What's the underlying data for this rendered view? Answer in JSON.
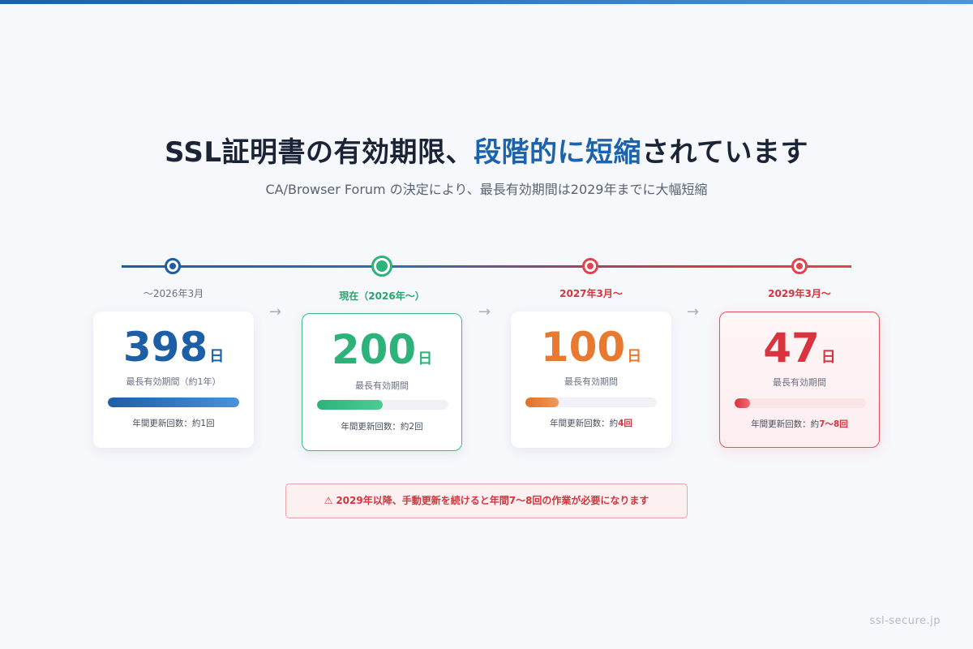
{
  "header": {
    "title_pre": "SSL証明書の有効期限、",
    "title_highlight": "段階的に短縮",
    "title_post": "されています",
    "subtitle": "CA/Browser Forum の決定により、最長有効期間は2029年までに大幅短縮"
  },
  "colors": {
    "blue": "#1c5fa6",
    "green": "#2db37a",
    "orange": "#e8792f",
    "red": "#d8343f"
  },
  "stages": [
    {
      "period": "〜2026年3月",
      "days": "398",
      "unit": "日",
      "desc": "最長有効期間（約1年）",
      "renew_prefix": "年間更新回数：",
      "renew_value": "約1回",
      "fill_pct": 100,
      "accent": "blue"
    },
    {
      "period": "現在（2026年〜）",
      "days": "200",
      "unit": "日",
      "desc": "最長有効期間",
      "renew_prefix": "年間更新回数：",
      "renew_value": "約2回",
      "fill_pct": 50,
      "accent": "green"
    },
    {
      "period": "2027年3月〜",
      "days": "100",
      "unit": "日",
      "desc": "最長有効期間",
      "renew_prefix": "年間更新回数：約",
      "renew_value": "4回",
      "fill_pct": 25,
      "accent": "orange"
    },
    {
      "period": "2029年3月〜",
      "days": "47",
      "unit": "日",
      "desc": "最長有効期間",
      "renew_prefix": "年間更新回数：約",
      "renew_value": "7〜8回",
      "fill_pct": 12,
      "accent": "red"
    }
  ],
  "warning": {
    "icon": "warning-icon",
    "icon_glyph": "⚠",
    "text": "2029年以降、手動更新を続けると年間7〜8回の作業が必要になります"
  },
  "footer": {
    "site": "ssl-secure.jp"
  }
}
